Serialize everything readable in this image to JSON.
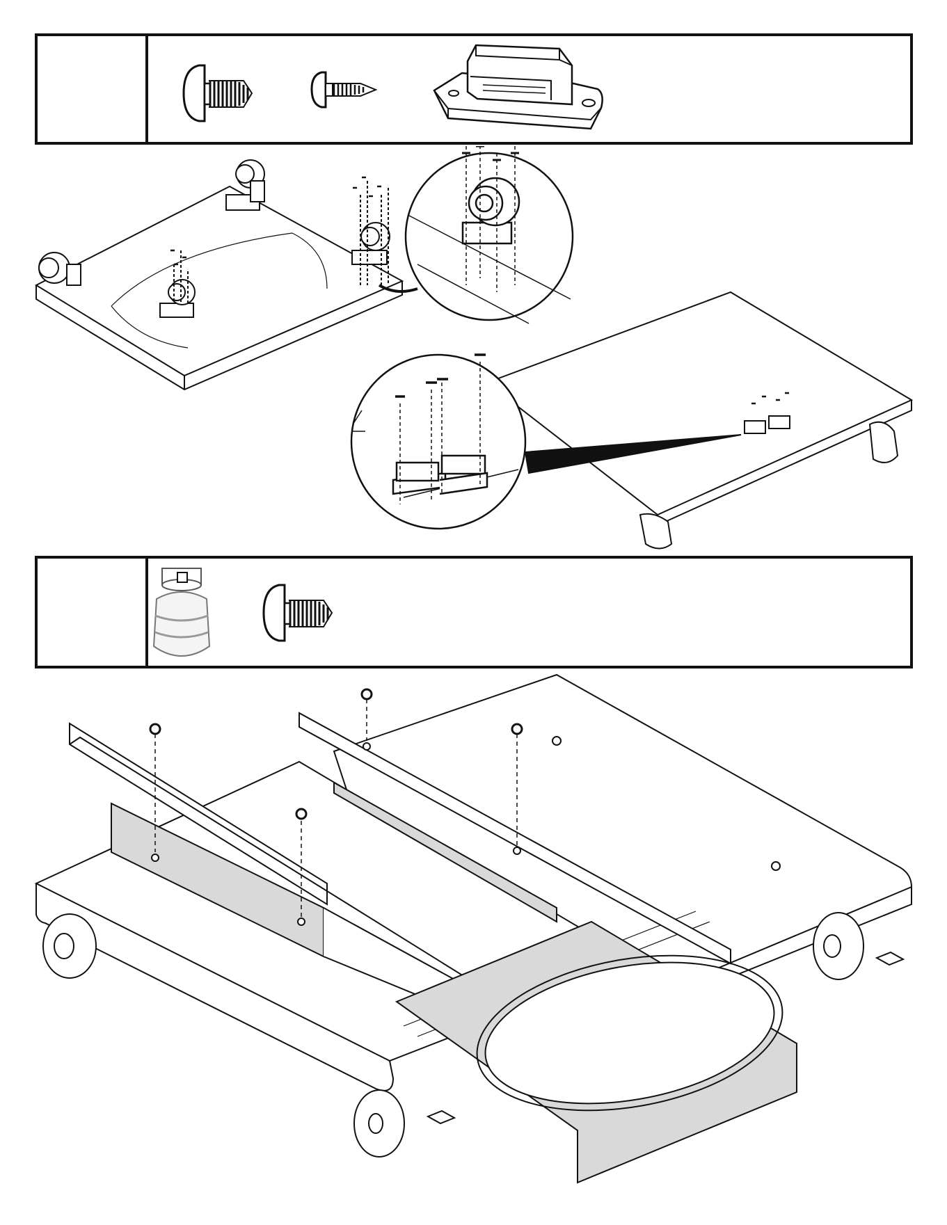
{
  "page": {
    "background": "#ffffff",
    "line_color": "#111111",
    "panel_fill": "#d9d9d9"
  },
  "hardware_box_1": {
    "step_number": "",
    "parts": [
      {
        "icon": "large-screw-icon"
      },
      {
        "icon": "small-screw-icon"
      },
      {
        "icon": "magnetic-catch-icon"
      }
    ]
  },
  "hardware_box_2": {
    "step_number": "",
    "parts": [
      {
        "icon": "propane-tank-icon"
      },
      {
        "icon": "large-screw-icon"
      }
    ]
  },
  "scenes": [
    {
      "name": "caster-base-assembly",
      "icon": "cart-base-casters-icon"
    },
    {
      "name": "caster-detail-callout",
      "icon": "caster-magnified-icon"
    },
    {
      "name": "cart-top-with-catches",
      "icon": "cart-top-panel-icon"
    },
    {
      "name": "catch-detail-callout",
      "icon": "magnetic-catch-magnified-icon"
    },
    {
      "name": "drawer-slide-assembly",
      "icon": "drawer-slide-tray-icon"
    }
  ]
}
